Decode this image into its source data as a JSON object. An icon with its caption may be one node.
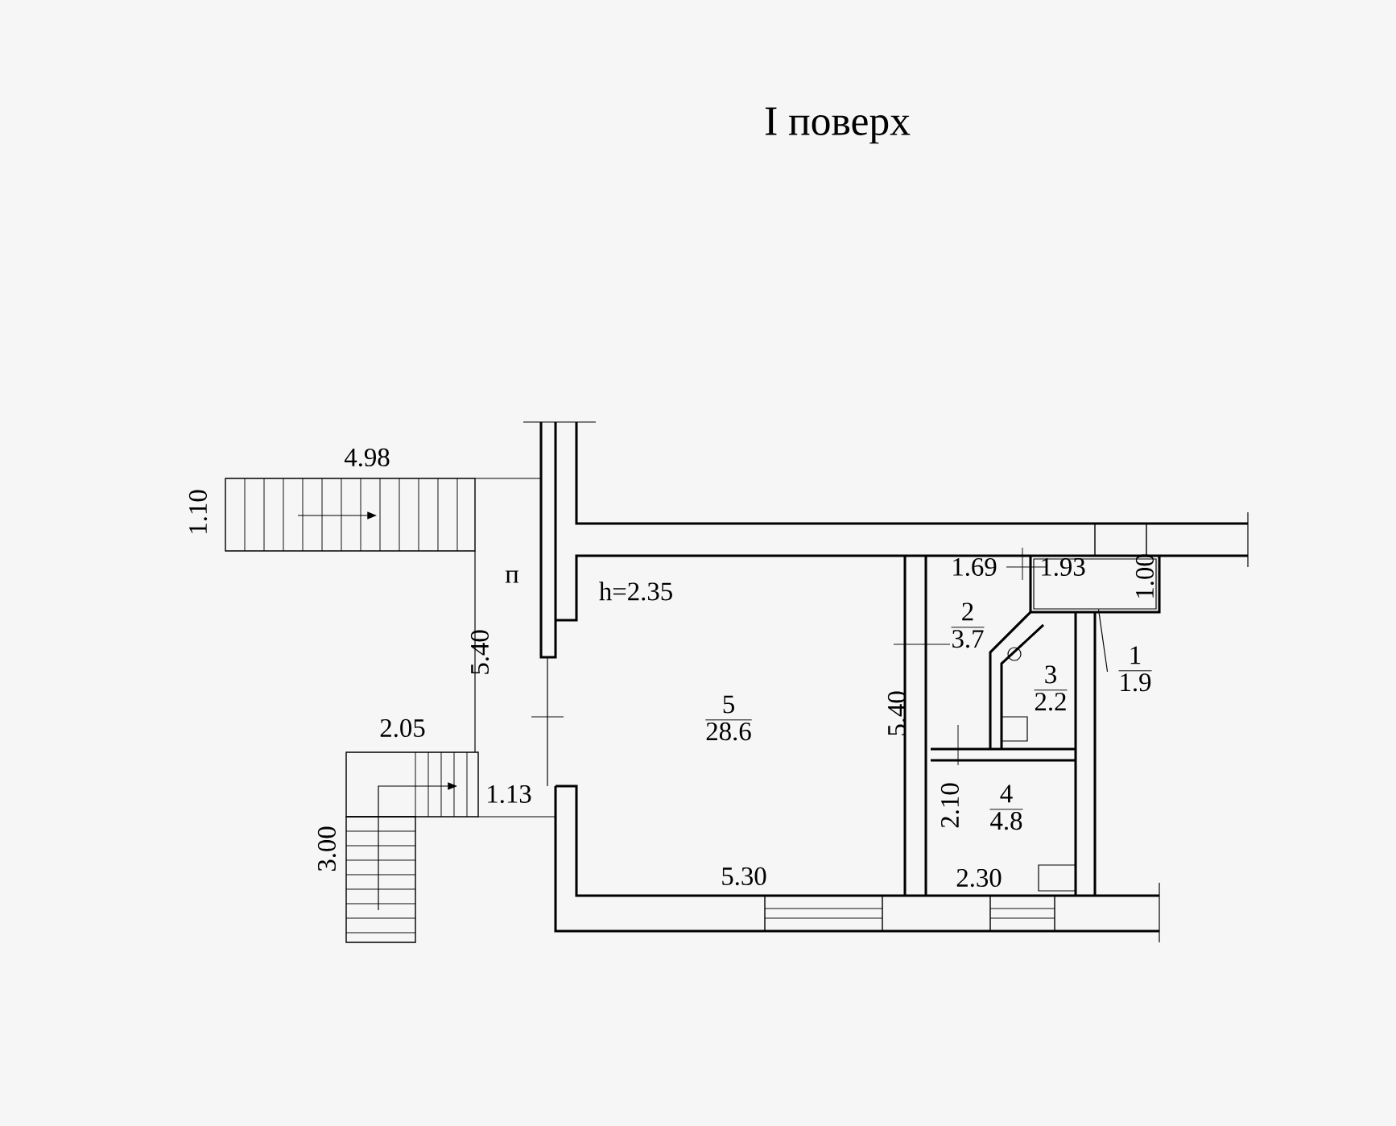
{
  "diagram": {
    "title": "I поверх",
    "nodes": [
      {
        "text": [
          "5",
          "28.6"
        ]
      },
      {
        "text": [
          "2",
          "3.7"
        ]
      },
      {
        "text": [
          "3",
          "2.2"
        ]
      },
      {
        "text": [
          "4",
          "4.8"
        ]
      },
      {
        "text": [
          "1",
          "1.9"
        ]
      },
      {
        "text": [],
        "shape": "box"
      }
    ],
    "edges": [
      {
        "from": 4,
        "to": 5,
        "arrow": "none"
      }
    ],
    "labels": [
      "4.98",
      "1.10",
      "п",
      "5.40",
      "2.05",
      "1.13",
      "3.00",
      "h=2.35",
      "1.69",
      "1.93",
      "1.00",
      "5.40",
      "2.10",
      "5.30",
      "2.30"
    ]
  }
}
